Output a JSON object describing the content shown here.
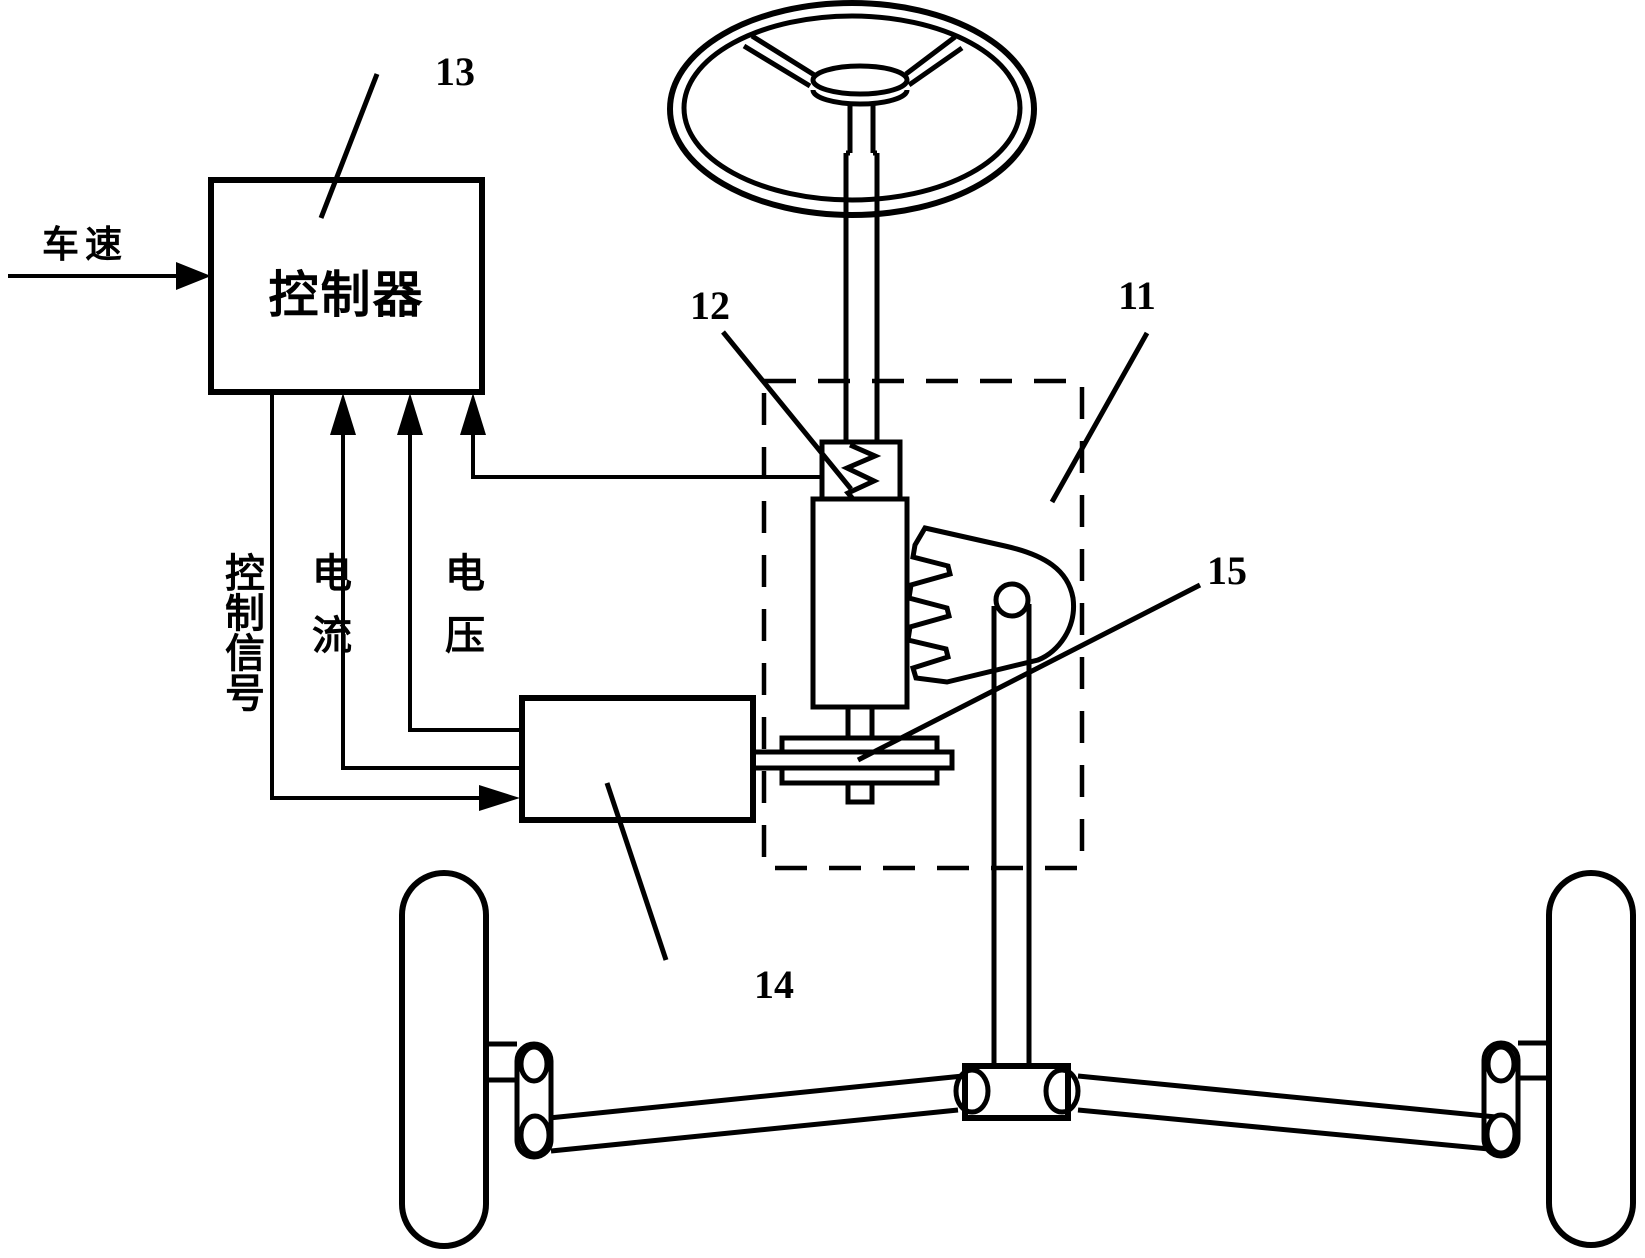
{
  "figure": {
    "colors": {
      "line": "#000000",
      "background": "#ffffff"
    },
    "annotations": {
      "vehicle_speed": "车速",
      "controller": "控制器",
      "control_signal": "控制信号",
      "current": "电流",
      "voltage": "电压"
    },
    "reference_numerals": {
      "n11": "11",
      "n12": "12",
      "n13": "13",
      "n14": "14",
      "n15": "15"
    }
  }
}
